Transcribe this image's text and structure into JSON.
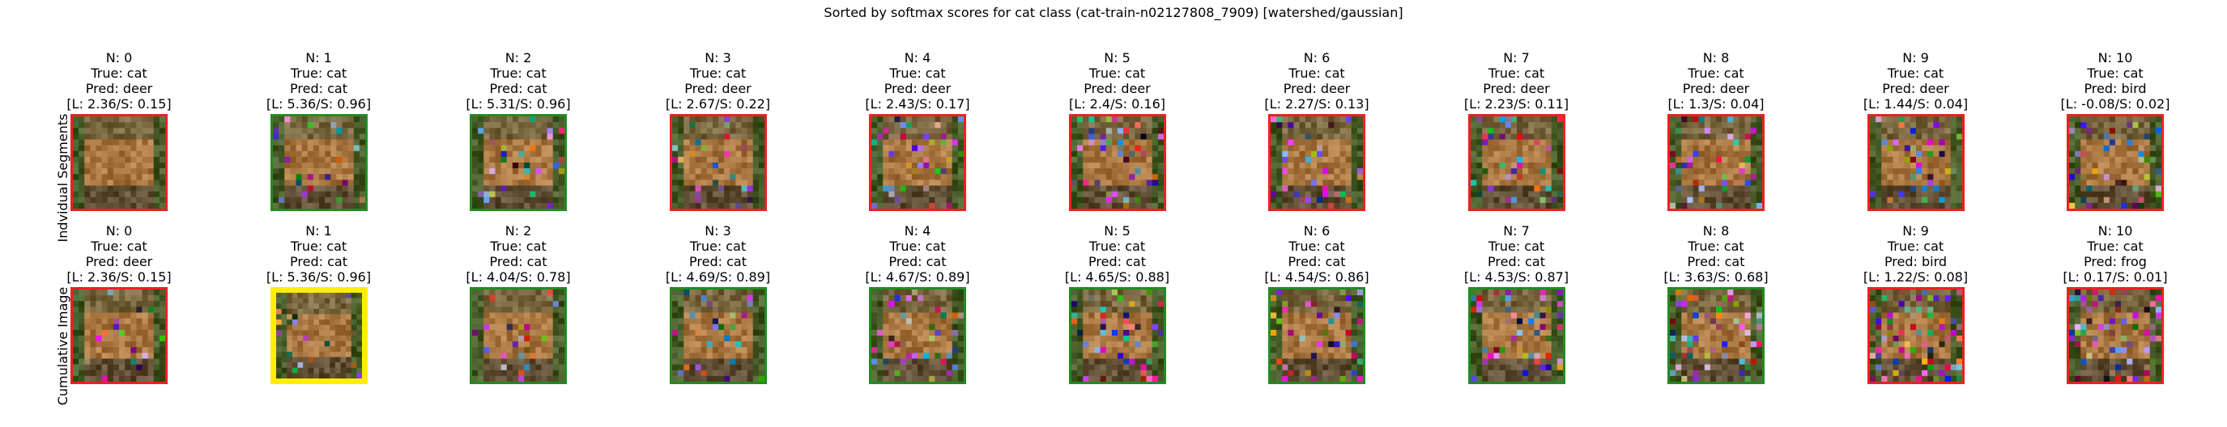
{
  "suptitle": "Sorted by softmax scores for cat class (cat-train-n02127808_7909) [watershed/gaussian]",
  "row_labels": {
    "individual": "Indvidual Segments",
    "cumulative": "Cumulative Image"
  },
  "colors": {
    "correct": "#228b22",
    "incorrect": "#ee2020",
    "highlight": "#ffee00"
  },
  "chart_data": {
    "type": "image-grid",
    "title": "Sorted by softmax scores for cat class (cat-train-n02127808_7909) [watershed/gaussian]",
    "rows": [
      {
        "label": "Indvidual Segments",
        "cells": [
          {
            "n": "N: 0",
            "true": "True: cat",
            "pred": "Pred: deer",
            "score": "[L: 2.36/S: 0.15]",
            "border": "incorrect"
          },
          {
            "n": "N: 1",
            "true": "True: cat",
            "pred": "Pred: cat",
            "score": "[L: 5.36/S: 0.96]",
            "border": "correct"
          },
          {
            "n": "N: 2",
            "true": "True: cat",
            "pred": "Pred: cat",
            "score": "[L: 5.31/S: 0.96]",
            "border": "correct"
          },
          {
            "n": "N: 3",
            "true": "True: cat",
            "pred": "Pred: deer",
            "score": "[L: 2.67/S: 0.22]",
            "border": "incorrect"
          },
          {
            "n": "N: 4",
            "true": "True: cat",
            "pred": "Pred: deer",
            "score": "[L: 2.43/S: 0.17]",
            "border": "incorrect"
          },
          {
            "n": "N: 5",
            "true": "True: cat",
            "pred": "Pred: deer",
            "score": "[L: 2.4/S: 0.16]",
            "border": "incorrect"
          },
          {
            "n": "N: 6",
            "true": "True: cat",
            "pred": "Pred: deer",
            "score": "[L: 2.27/S: 0.13]",
            "border": "incorrect"
          },
          {
            "n": "N: 7",
            "true": "True: cat",
            "pred": "Pred: deer",
            "score": "[L: 2.23/S: 0.11]",
            "border": "incorrect"
          },
          {
            "n": "N: 8",
            "true": "True: cat",
            "pred": "Pred: deer",
            "score": "[L: 1.3/S: 0.04]",
            "border": "incorrect"
          },
          {
            "n": "N: 9",
            "true": "True: cat",
            "pred": "Pred: deer",
            "score": "[L: 1.44/S: 0.04]",
            "border": "incorrect"
          },
          {
            "n": "N: 10",
            "true": "True: cat",
            "pred": "Pred: bird",
            "score": "[L: -0.08/S: 0.02]",
            "border": "incorrect"
          }
        ]
      },
      {
        "label": "Cumulative Image",
        "cells": [
          {
            "n": "N: 0",
            "true": "True: cat",
            "pred": "Pred: deer",
            "score": "[L: 2.36/S: 0.15]",
            "border": "incorrect"
          },
          {
            "n": "N: 1",
            "true": "True: cat",
            "pred": "Pred: cat",
            "score": "[L: 5.36/S: 0.96]",
            "border": "highlight"
          },
          {
            "n": "N: 2",
            "true": "True: cat",
            "pred": "Pred: cat",
            "score": "[L: 4.04/S: 0.78]",
            "border": "correct"
          },
          {
            "n": "N: 3",
            "true": "True: cat",
            "pred": "Pred: cat",
            "score": "[L: 4.69/S: 0.89]",
            "border": "correct"
          },
          {
            "n": "N: 4",
            "true": "True: cat",
            "pred": "Pred: cat",
            "score": "[L: 4.67/S: 0.89]",
            "border": "correct"
          },
          {
            "n": "N: 5",
            "true": "True: cat",
            "pred": "Pred: cat",
            "score": "[L: 4.65/S: 0.88]",
            "border": "correct"
          },
          {
            "n": "N: 6",
            "true": "True: cat",
            "pred": "Pred: cat",
            "score": "[L: 4.54/S: 0.86]",
            "border": "correct"
          },
          {
            "n": "N: 7",
            "true": "True: cat",
            "pred": "Pred: cat",
            "score": "[L: 4.53/S: 0.87]",
            "border": "correct"
          },
          {
            "n": "N: 8",
            "true": "True: cat",
            "pred": "Pred: cat",
            "score": "[L: 3.63/S: 0.68]",
            "border": "correct"
          },
          {
            "n": "N: 9",
            "true": "True: cat",
            "pred": "Pred: bird",
            "score": "[L: 1.22/S: 0.08]",
            "border": "incorrect"
          },
          {
            "n": "N: 10",
            "true": "True: cat",
            "pred": "Pred: frog",
            "score": "[L: 0.17/S: 0.01]",
            "border": "incorrect"
          }
        ]
      }
    ]
  }
}
